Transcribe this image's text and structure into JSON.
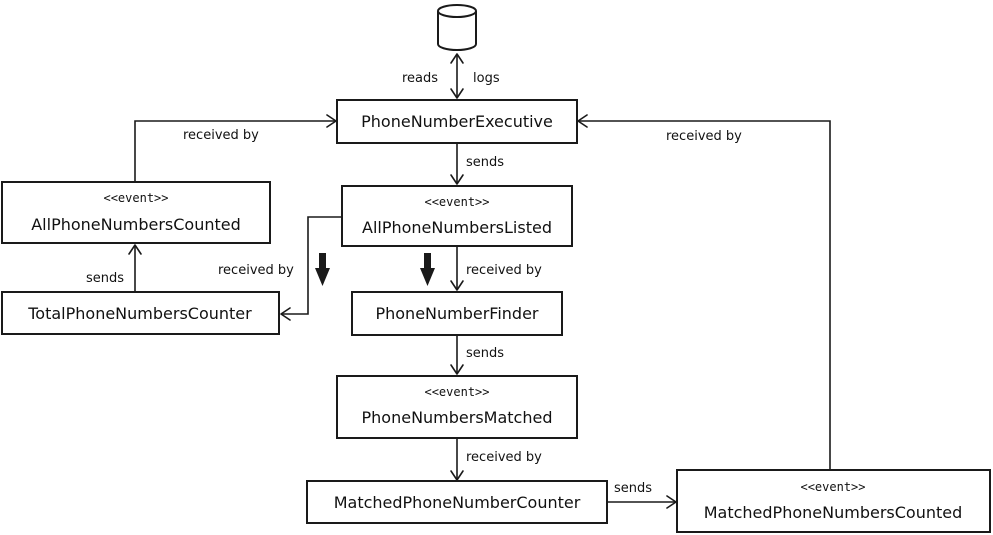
{
  "nodes": {
    "executive": {
      "name": "PhoneNumberExecutive"
    },
    "all_listed": {
      "stereotype": "<<event>>",
      "name": "AllPhoneNumbersListed"
    },
    "all_counted": {
      "stereotype": "<<event>>",
      "name": "AllPhoneNumbersCounted"
    },
    "total_counter": {
      "name": "TotalPhoneNumbersCounter"
    },
    "finder": {
      "name": "PhoneNumberFinder"
    },
    "matched": {
      "stereotype": "<<event>>",
      "name": "PhoneNumbersMatched"
    },
    "matched_counter": {
      "name": "MatchedPhoneNumberCounter"
    },
    "matched_counted": {
      "stereotype": "<<event>>",
      "name": "MatchedPhoneNumbersCounted"
    }
  },
  "edges": {
    "reads": "reads",
    "logs": "logs",
    "exec_sends": "sends",
    "counted_received_by": "received by",
    "total_sends": "sends",
    "listed_received_by_total": "received by",
    "listed_received_by_finder": "received by",
    "finder_sends": "sends",
    "matched_received_by": "received by",
    "counter_sends": "sends",
    "matched_counted_received_by": "received by"
  }
}
